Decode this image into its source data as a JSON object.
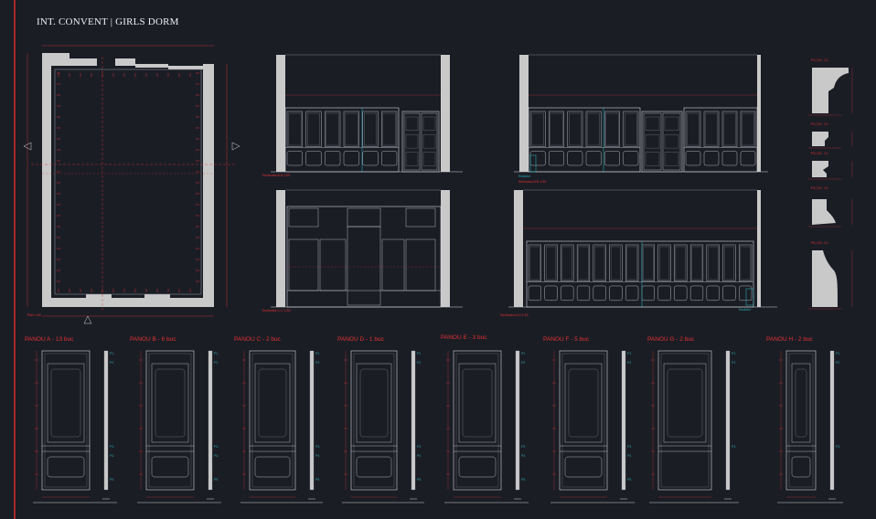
{
  "title": "INT. CONVENT | GIRLS DORM",
  "plan_label": "Plan 1:50",
  "elevation_labels": [
    "Sectiunea A-A 1:50",
    "Sectiunea B-B 1:50",
    "Sectiunea C-C 1:50",
    "Sectiunea D-D 1:50"
  ],
  "radiator_label": "Radiator",
  "profile_labels": [
    "P1 | SC. 1:1",
    "P2 | SC. 1:1",
    "P3 | SC. 1:1",
    "P4 | SC. 1:1",
    "P5 | SC. 1:1"
  ],
  "panel_tags": [
    "P1",
    "P2",
    "P3",
    "P4",
    "P5"
  ],
  "panels": [
    {
      "label": "PANOU A - 13 buc"
    },
    {
      "label": "PANOU B - 6 buc"
    },
    {
      "label": "PANOU C - 2 buc"
    },
    {
      "label": "PANOU D - 1 buc"
    },
    {
      "label": "PANOU E - 3 buc"
    },
    {
      "label": "PANOU F - 5 buc"
    },
    {
      "label": "PANOU G - 2 buc"
    },
    {
      "label": "PANOU H - 2 buc"
    }
  ],
  "colors": {
    "background": "#1b1d25",
    "wall_fill": "#c9c9c9",
    "line": "#d4d6dc",
    "dimension": "#e23232",
    "accent": "#2aa7b0",
    "border": "#e02a2a"
  }
}
